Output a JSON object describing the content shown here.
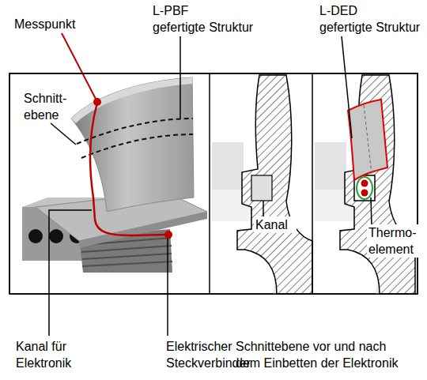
{
  "diagram": {
    "labels": [
      "Messpunkt",
      "L-PBF gefertigte Struktur",
      "L-DED gefertigte Struktur",
      "Schnitt- ebene",
      "Kanal",
      "Thermo- element",
      "Kanal für Elektronik",
      "Elektrischer Steckverbinder",
      "Schnittebene vor und nach dem Einbetten der Elektronik"
    ]
  }
}
